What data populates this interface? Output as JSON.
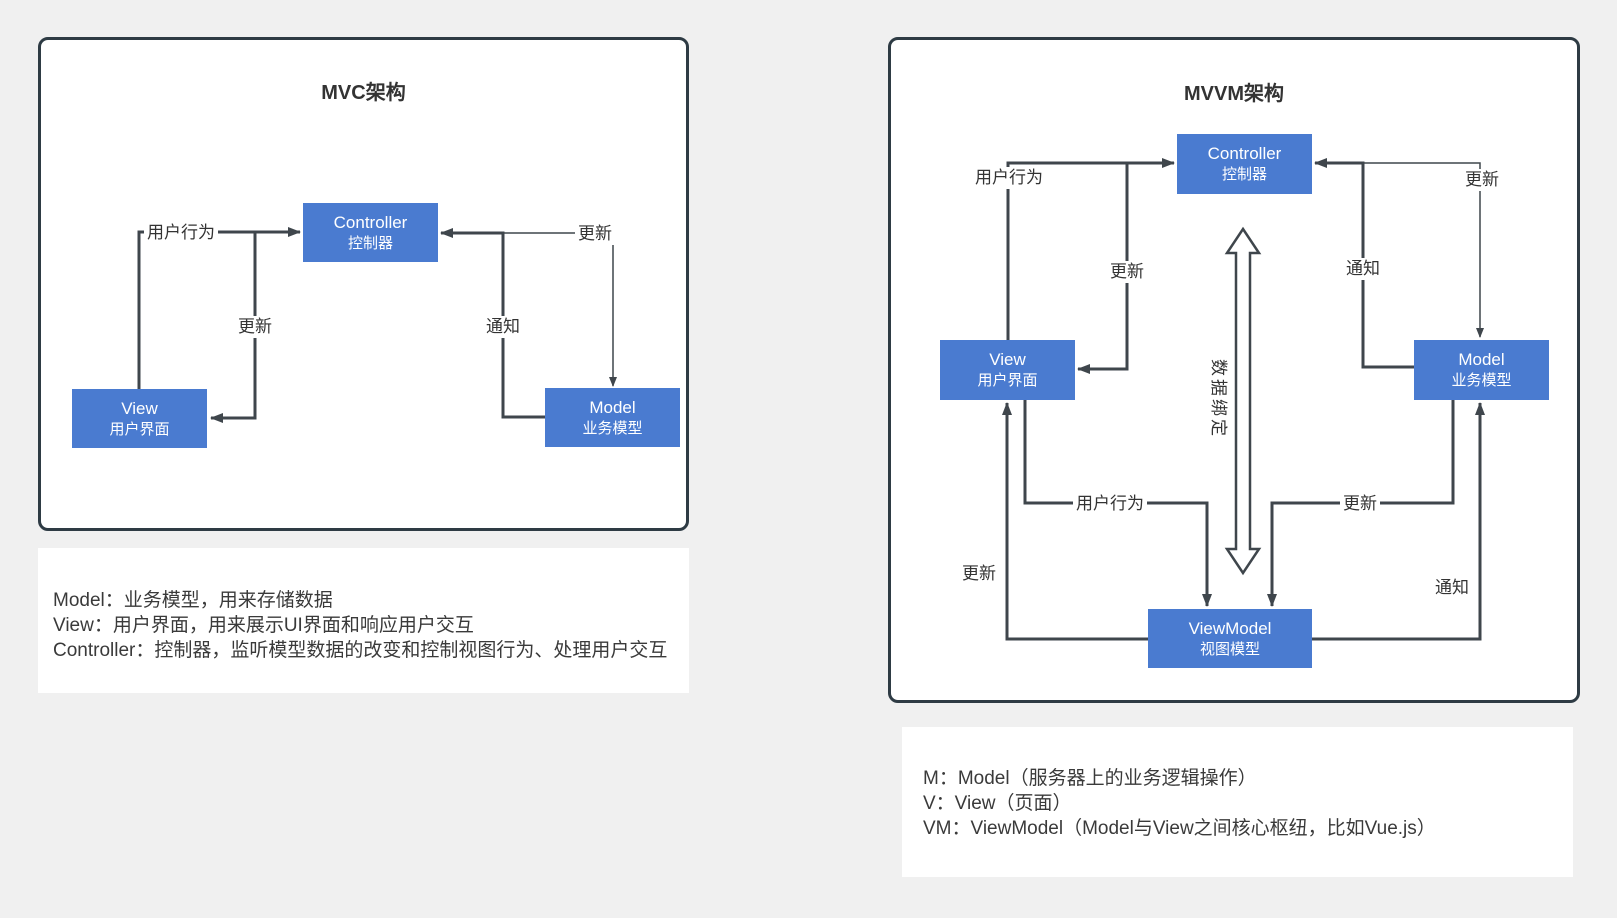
{
  "colors": {
    "page_bg": "#f0f0f0",
    "panel_bg": "#ffffff",
    "panel_border": "#2e3b44",
    "node_blue": "#4a7bd0",
    "node_text": "#ffffff",
    "line": "#3f464c",
    "label_text": "#333333",
    "legend_text": "#3a3a3a"
  },
  "mvc": {
    "title": "MVC架构",
    "nodes": {
      "controller": {
        "en": "Controller",
        "cn": "控制器"
      },
      "view": {
        "en": "View",
        "cn": "用户界面"
      },
      "model": {
        "en": "Model",
        "cn": "业务模型"
      }
    },
    "edge_labels": {
      "user_action": "用户行为",
      "update_view": "更新",
      "notify": "通知",
      "update_model": "更新"
    },
    "legend": [
      "Model：业务模型，用来存储数据",
      "View：用户界面，用来展示UI界面和响应用户交互",
      "Controller：控制器，监听模型数据的改变和控制视图行为、处理用户交互"
    ]
  },
  "mvvm": {
    "title": "MVVM架构",
    "nodes": {
      "controller": {
        "en": "Controller",
        "cn": "控制器"
      },
      "view": {
        "en": "View",
        "cn": "用户界面"
      },
      "model": {
        "en": "Model",
        "cn": "业务模型"
      },
      "viewmodel": {
        "en": "ViewModel",
        "cn": "视图模型"
      }
    },
    "edge_labels": {
      "user_action_top": "用户行为",
      "update_view_top": "更新",
      "notify_top": "通知",
      "update_model_top": "更新",
      "data_binding": "数据绑定",
      "user_action_bottom": "用户行为",
      "update_to_viewmodel": "更新",
      "update_to_view": "更新",
      "notify_to_model": "通知"
    },
    "legend": [
      "M：Model（服务器上的业务逻辑操作）",
      "V：View（页面）",
      "VM：ViewModel（Model与View之间核心枢纽，比如Vue.js）"
    ]
  }
}
